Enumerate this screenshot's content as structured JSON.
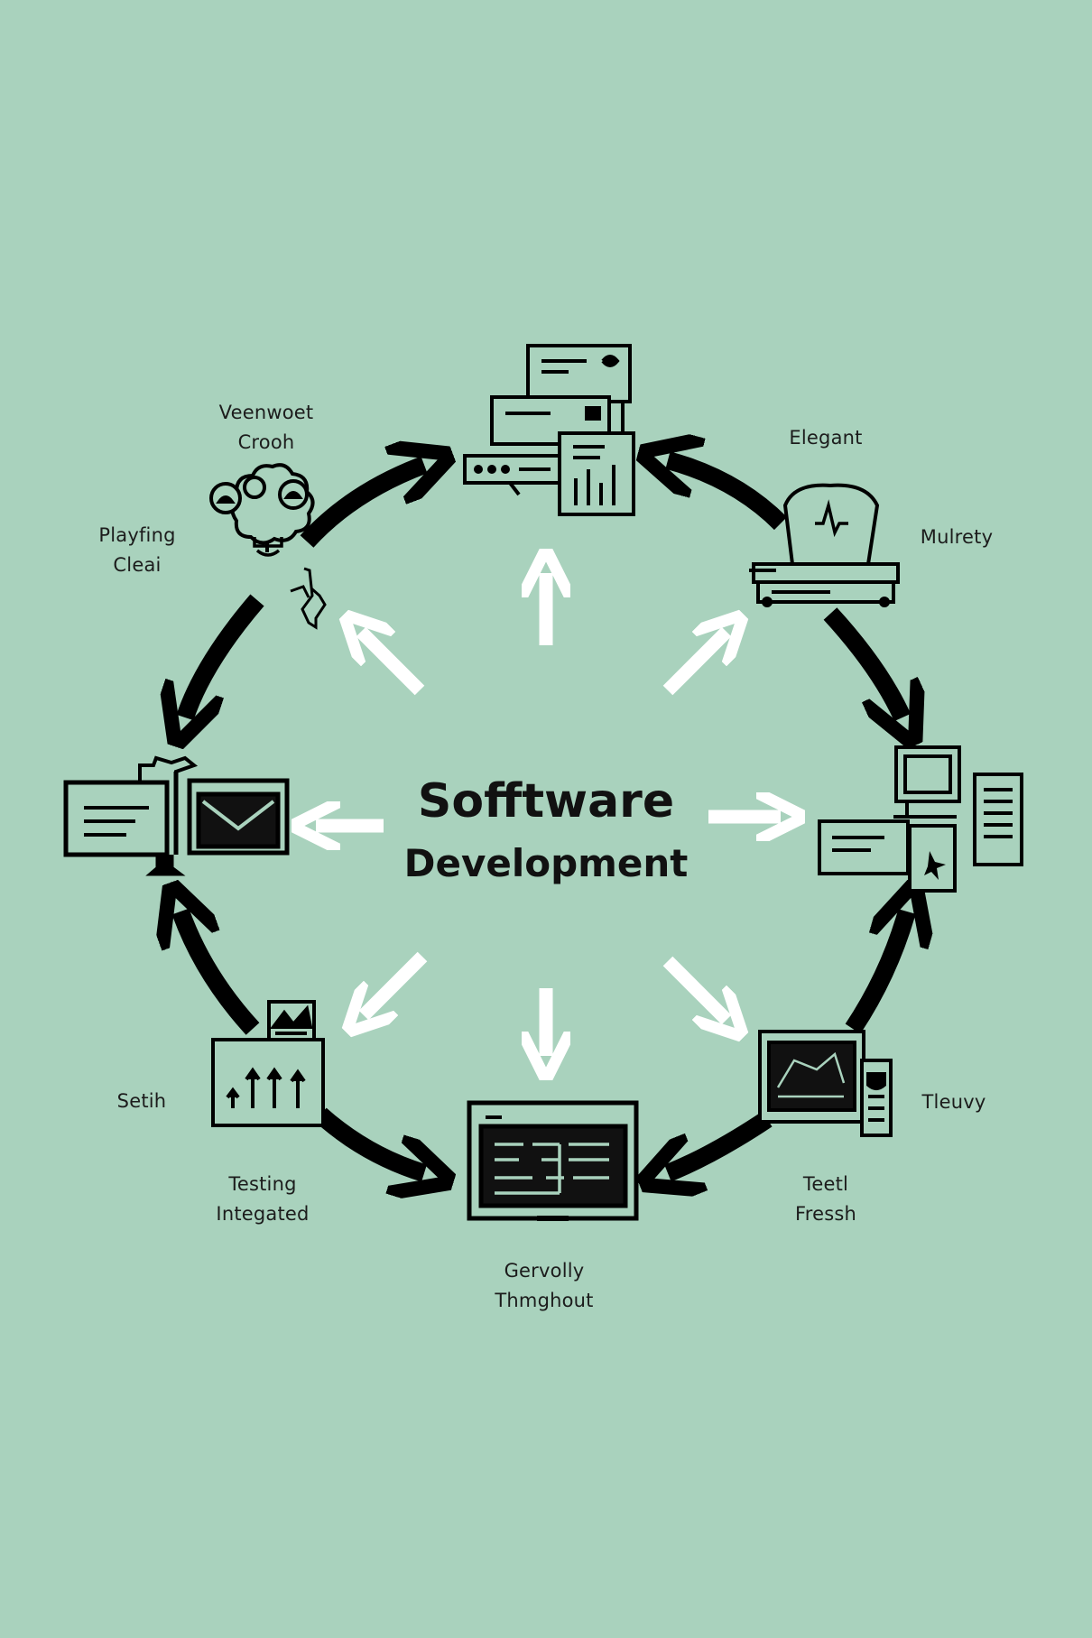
{
  "diagram": {
    "title_line1": "Sofftware",
    "title_line2": "Development",
    "labels": [
      {
        "id": "top-left-a",
        "line1": "Veenwoet",
        "line2": "Crooh"
      },
      {
        "id": "left-upper",
        "line1": "Playfing",
        "line2": "Cleai"
      },
      {
        "id": "top-right-a",
        "line1": "Elegant",
        "line2": ""
      },
      {
        "id": "right-upper",
        "line1": "Mulrety",
        "line2": ""
      },
      {
        "id": "left-lower",
        "line1": "Setih",
        "line2": ""
      },
      {
        "id": "right-lower",
        "line1": "Tleuvy",
        "line2": ""
      },
      {
        "id": "bottom-left",
        "line1": "Testing",
        "line2": "Integated"
      },
      {
        "id": "bottom-right",
        "line1": "Teetl",
        "line2": "Fressh"
      },
      {
        "id": "bottom-center",
        "line1": "Gervolly",
        "line2": "Thmghout"
      }
    ],
    "icons": [
      "stacked-windows-icon",
      "scale-device-icon",
      "desktop-computer-icon",
      "monitor-chart-icon",
      "code-monitor-icon",
      "chart-folder-icon",
      "email-monitor-icon",
      "cloud-network-icon"
    ],
    "colors": {
      "background": "#a9d2bd",
      "outer_arrows": "#000000",
      "inner_arrows": "#ffffff",
      "text": "#1c1c1c"
    }
  }
}
